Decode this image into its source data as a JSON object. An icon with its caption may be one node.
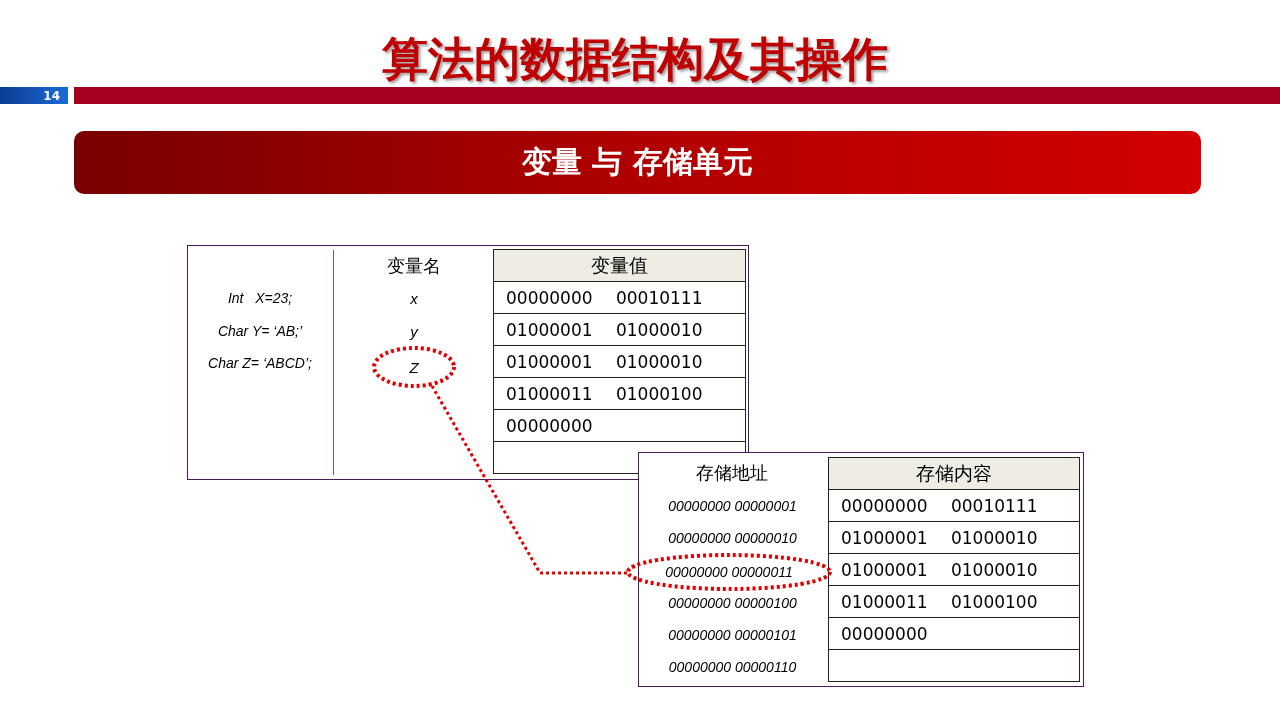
{
  "diagram": {
    "title": "算法的数据结构及其操作",
    "nodes": [
      {
        "text": [
          "变量 与 存储单元"
        ]
      },
      {
        "text": [
          "Z"
        ]
      },
      {
        "text": [
          "00000000 00000011"
        ]
      }
    ],
    "edges": [
      {
        "from": 1,
        "to": 2,
        "arrow": "none",
        "style": "dashed"
      }
    ],
    "labels": [
      "14",
      "Int   X=23;",
      "Char Y= ‘AB;’",
      "Char Z= ‘ABCD’;",
      "变量名",
      "x",
      "y",
      "变量值",
      "00000000 00010111",
      "01000001 01000010",
      "01000001 01000010",
      "01000011 01000100",
      "00000000",
      "存储地址",
      "00000000 00000001",
      "00000000 00000010",
      "00000000 00000100",
      "00000000 00000101",
      "00000000 00000110",
      "存储内容",
      "00000000 00010111",
      "01000001 01000010",
      "01000001 01000010",
      "01000011 01000100",
      "00000000"
    ]
  }
}
